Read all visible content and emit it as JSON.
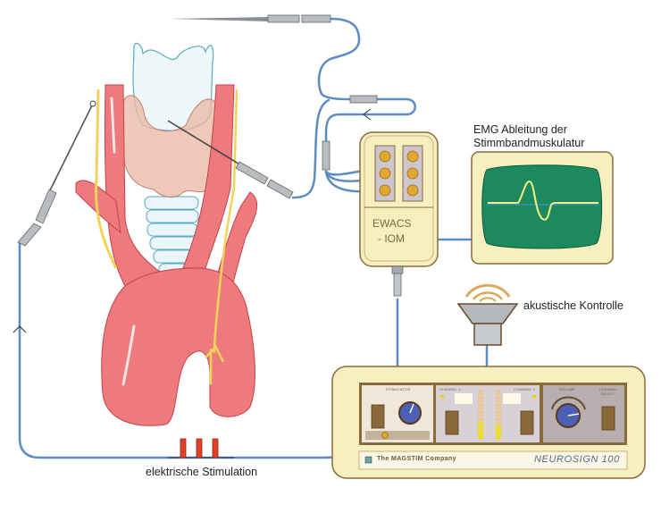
{
  "labels": {
    "emg_line1": "EMG Ableitung der",
    "emg_line2": "Stimmbandmuskulatur",
    "acoustic": "akustische Kontrolle",
    "stimulation": "elektrische Stimulation"
  },
  "ewacs": {
    "line1": "EWACS",
    "line2": "- IOM"
  },
  "neurosign": {
    "company": "The MAGSTIM Company",
    "model": "NEUROSIGN 100",
    "stimulator_label": "STIMULATOR",
    "channel1_label": "CHANNEL 1",
    "channel2_label": "CHANNEL 2",
    "volume_label": "VOLUME",
    "channel_select_label": "CHANNEL SELECT",
    "channel1_level": 0.35,
    "channel2_level": 0.3
  },
  "colors": {
    "cable": "#5b8cc4",
    "vessel": "#ee7a7e",
    "nerve": "#f2d35a",
    "device_body": "#f7efc0",
    "screen": "#1c8a5e",
    "signal": "#f4f08a",
    "knob": "#4a5fb5"
  }
}
